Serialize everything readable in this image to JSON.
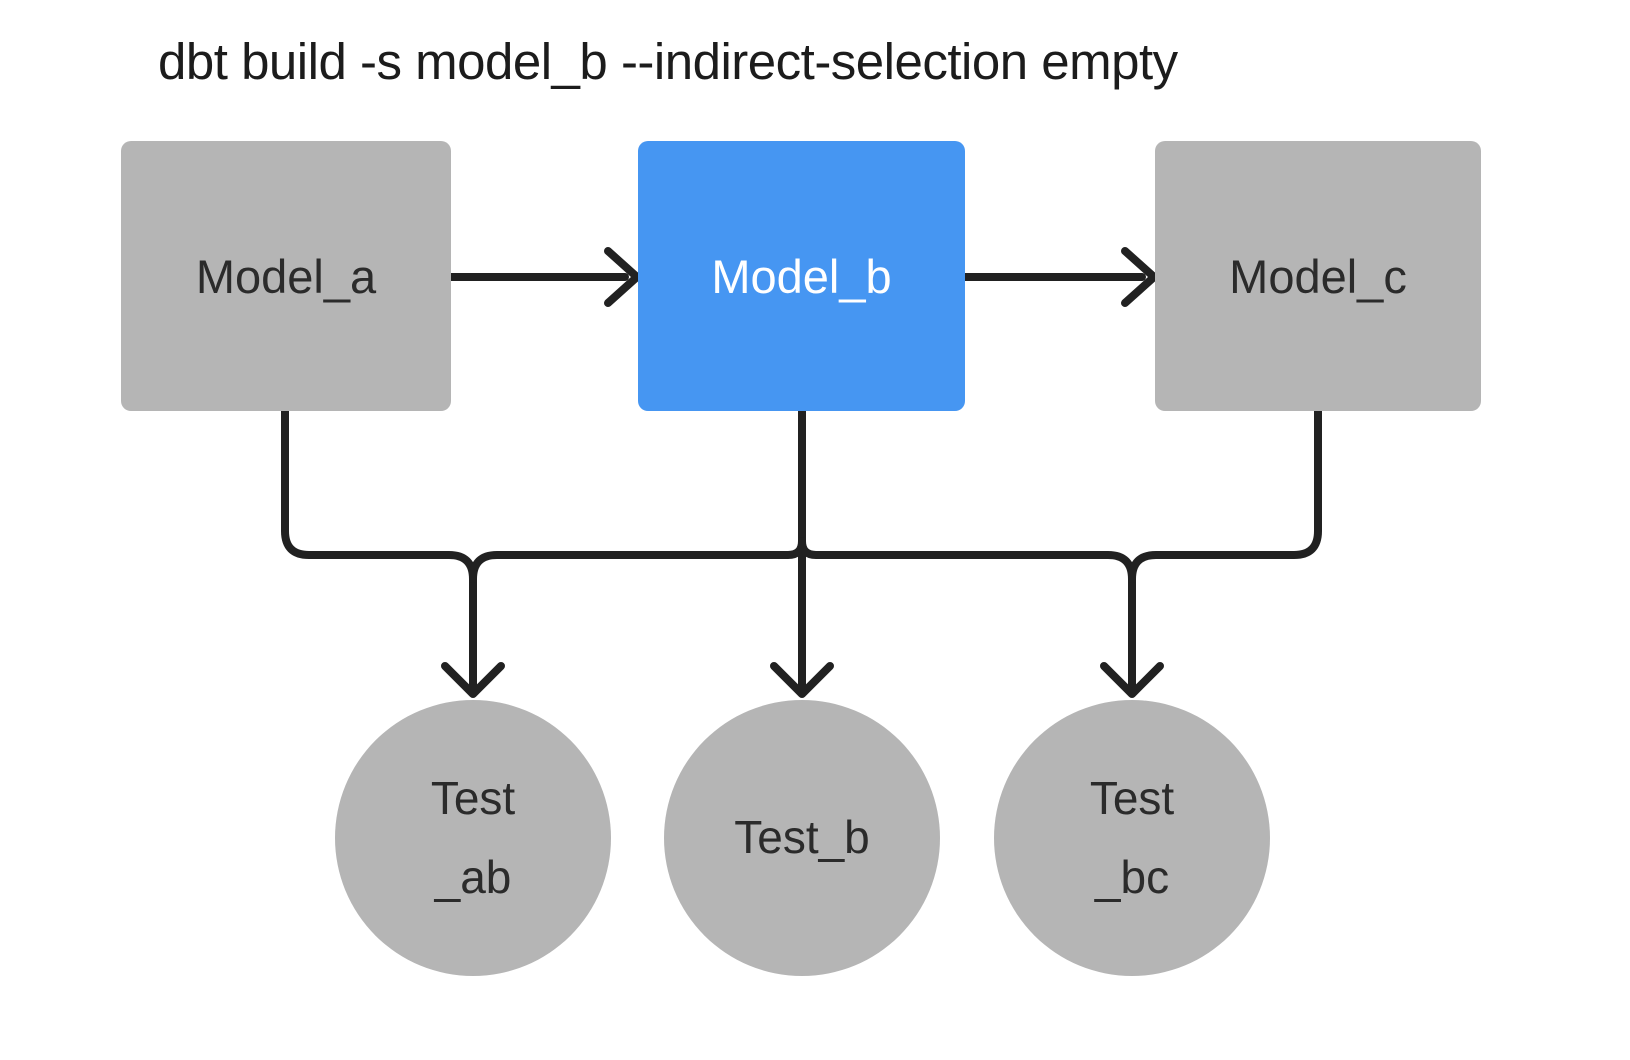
{
  "title": "dbt build -s model_b --indirect-selection empty",
  "colors": {
    "background": "#ffffff",
    "node-gray": "#b5b5b5",
    "selected-blue": "#4696f2",
    "edge-color": "#212121",
    "text-dark": "#2b2b2b",
    "text-light": "#ffffff",
    "title-color": "#1c1c1c"
  },
  "diagram": {
    "models": [
      {
        "id": "model_a",
        "label": "Model_a",
        "selected": false
      },
      {
        "id": "model_b",
        "label": "Model_b",
        "selected": true
      },
      {
        "id": "model_c",
        "label": "Model_c",
        "selected": false
      }
    ],
    "tests": [
      {
        "id": "test_ab",
        "lines": [
          "Test",
          "_ab"
        ]
      },
      {
        "id": "test_b",
        "lines": [
          "Test_b"
        ]
      },
      {
        "id": "test_bc",
        "lines": [
          "Test",
          "_bc"
        ]
      }
    ],
    "edges": [
      {
        "from": "model_a",
        "to": "model_b"
      },
      {
        "from": "model_b",
        "to": "model_c"
      },
      {
        "from": "model_a",
        "to": "test_ab"
      },
      {
        "from": "model_b",
        "to": "test_ab"
      },
      {
        "from": "model_b",
        "to": "test_b"
      },
      {
        "from": "model_b",
        "to": "test_bc"
      },
      {
        "from": "model_c",
        "to": "test_bc"
      }
    ]
  }
}
